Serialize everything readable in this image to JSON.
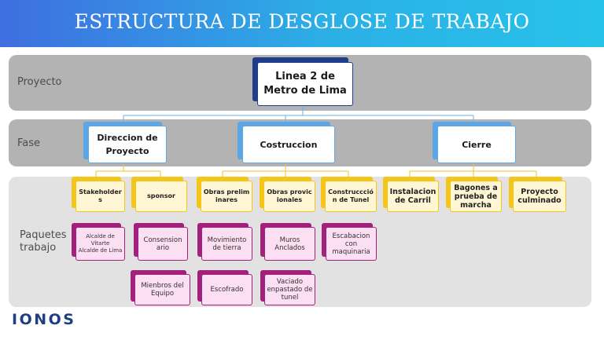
{
  "header": {
    "title": "ESTRUCTURA DE DESGLOSE DE TRABAJO"
  },
  "levels": {
    "proyecto": "Proyecto",
    "fase": "Fase",
    "paquetes": "Paquetes trabajo"
  },
  "root": {
    "label": "Linea 2 de Metro de Lima"
  },
  "phases": [
    {
      "label": "Direccion de Proyecto"
    },
    {
      "label": "Costruccion"
    },
    {
      "label": "Cierre"
    }
  ],
  "packages": [
    {
      "label": "Stakeholders"
    },
    {
      "label": "sponsor"
    },
    {
      "label": "Obras preliminares"
    },
    {
      "label": "Obras provicionales"
    },
    {
      "label": "Construccción de Tunel"
    },
    {
      "label": "Instalacion de Carril"
    },
    {
      "label": "Bagones a prueba de marcha"
    },
    {
      "label": "Proyecto culminado"
    }
  ],
  "tasks": {
    "stakeholders_1": "Alcalde de Vitarte",
    "stakeholders_2": "Alcalde de Lima",
    "consension": "Consension ario",
    "miembros": "Mienbros del Equipo",
    "movimiento": "Movimiento de tierra",
    "escofrado": "Escofrado",
    "muros": "Muros Anclados",
    "vaciado": "Vaciado enpastado de tunel",
    "escabacion": "Escabacion con maquinaria"
  },
  "brand": {
    "logo": "IONOS"
  },
  "colors": {
    "header_start": "#3f6ee0",
    "header_end": "#27c2ea",
    "root_accent": "#1f3d8a",
    "phase_accent": "#5aa6e6",
    "package_accent": "#f5c518",
    "package_fill": "#fff6d6",
    "task_accent": "#a3207c",
    "task_fill": "#fcdff2",
    "band_dark": "#b3b3b3",
    "band_light": "#e2e2e2"
  }
}
